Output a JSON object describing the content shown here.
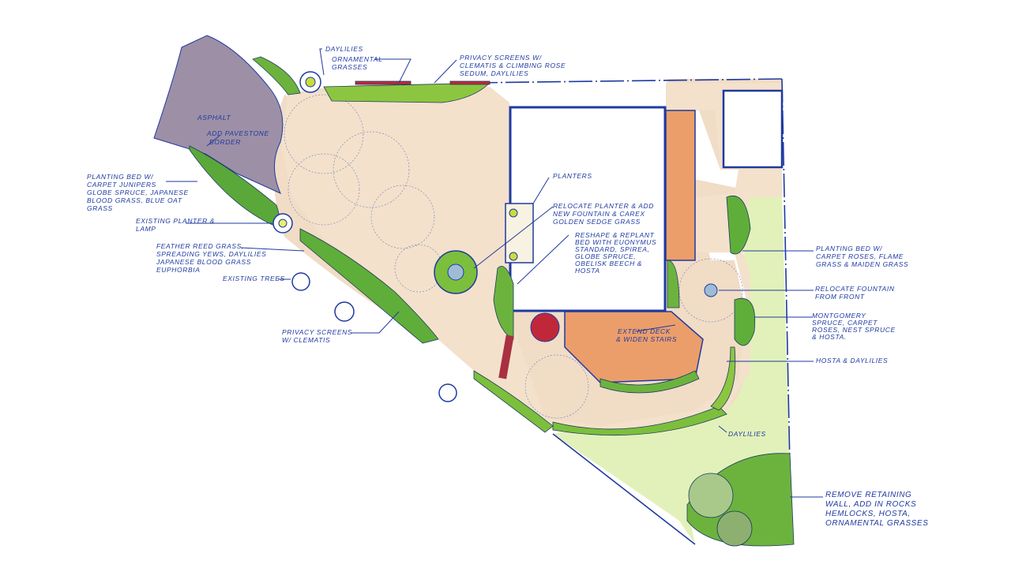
{
  "colors": {
    "ink": "#1f3aa0",
    "asphalt": "#9d8fa6",
    "patio": "#f1dcc6",
    "deck": "#ec9e6a",
    "lawn": "#e2f1b9",
    "shrub": "#5aa83a",
    "accent_red": "#c0283a"
  },
  "labels": {
    "daylilies_top": {
      "lines": [
        "Daylilies"
      ]
    },
    "ornamental_grasses": {
      "lines": [
        "Ornamental",
        "Grasses"
      ]
    },
    "privacy_screens_top": {
      "lines": [
        "Privacy screens w/",
        "clematis & climbing rose",
        "sedum, daylilies"
      ]
    },
    "asphalt": {
      "lines": [
        "Asphalt"
      ]
    },
    "pavestone_border": {
      "lines": [
        "Add pavestone",
        "border"
      ]
    },
    "planting_bed_junipers": {
      "lines": [
        "Planting bed w/",
        "carpet junipers",
        "globe spruce, Japanese",
        "blood grass, blue oat",
        "grass"
      ]
    },
    "existing_planter": {
      "lines": [
        "Existing planter &",
        "lamp"
      ]
    },
    "feather_reed": {
      "lines": [
        "Feather reed grass,",
        "spreading yews, daylilies",
        "Japanese blood grass",
        "euphorbia"
      ]
    },
    "existing_trees": {
      "lines": [
        "Existing trees"
      ]
    },
    "privacy_screens_bottom": {
      "lines": [
        "Privacy screens",
        "w/ clematis"
      ]
    },
    "planters": {
      "lines": [
        "Planters"
      ]
    },
    "relocate_planter": {
      "lines": [
        "Relocate planter & add",
        "new fountain & carex",
        "golden sedge grass"
      ]
    },
    "reshape_bed": {
      "lines": [
        "Reshape & replant",
        "bed with euonymus",
        "standard, spirea,",
        "globe spruce,",
        "obelisk beech &",
        "hosta"
      ]
    },
    "extend_deck": {
      "lines": [
        "Extend deck",
        "& widen stairs"
      ]
    },
    "planting_bed_roses": {
      "lines": [
        "Planting bed w/",
        "carpet roses, flame",
        "grass & maiden grass"
      ]
    },
    "relocate_fountain": {
      "lines": [
        "Relocate fountain",
        "from front"
      ]
    },
    "montgomery": {
      "lines": [
        "Montgomery",
        "spruce, carpet",
        "roses, nest spruce",
        "& hosta."
      ]
    },
    "hosta_daylilies": {
      "lines": [
        "Hosta & daylilies"
      ]
    },
    "daylilies_bottom": {
      "lines": [
        "Daylilies"
      ]
    },
    "retaining_wall": {
      "lines": [
        "Remove retaining",
        "wall, add in rocks",
        "hemlocks, hosta,",
        "ornamental grasses"
      ]
    }
  }
}
